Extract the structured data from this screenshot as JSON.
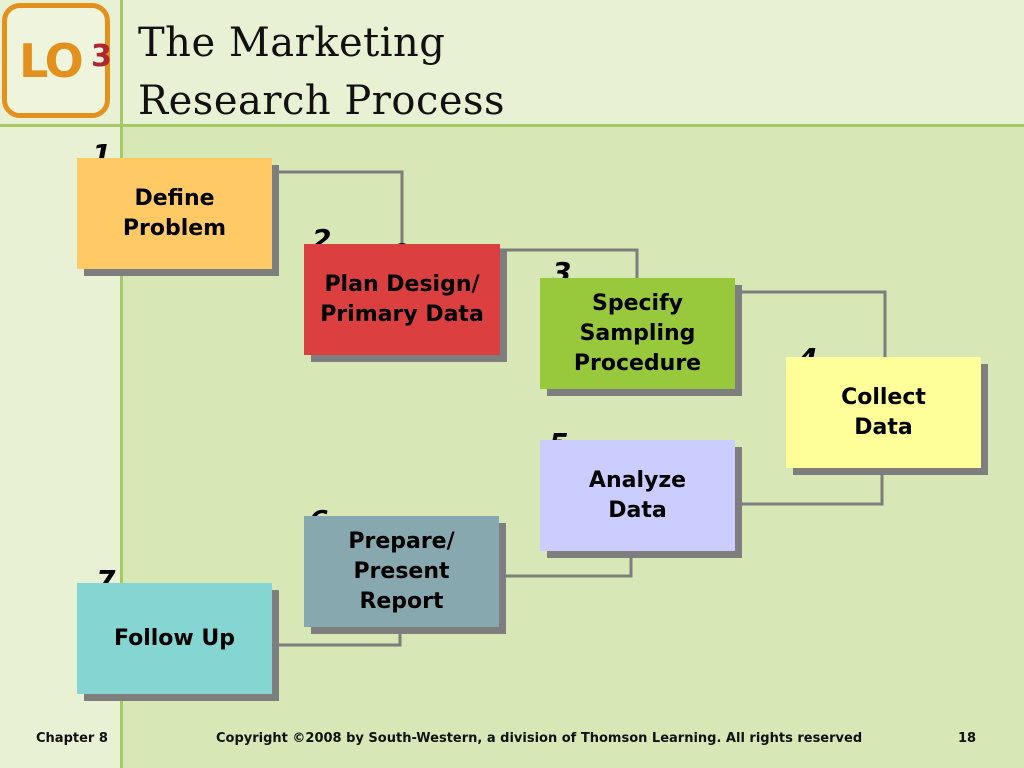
{
  "slide": {
    "badge": {
      "prefix": "LO",
      "number": "3"
    },
    "title_lines": [
      "The Marketing",
      "Research Process"
    ]
  },
  "steps": [
    {
      "number": "1",
      "lines": [
        "Define",
        "Problem"
      ],
      "color": "#ffca66"
    },
    {
      "number": "2",
      "lines": [
        "Plan Design/",
        "Primary Data"
      ],
      "color": "#dc3f3f"
    },
    {
      "number": "3",
      "lines": [
        "Specify",
        "Sampling",
        "Procedure"
      ],
      "color": "#98c93c"
    },
    {
      "number": "4",
      "lines": [
        "Collect",
        "Data"
      ],
      "color": "#ffff99"
    },
    {
      "number": "5",
      "lines": [
        "Analyze",
        "Data"
      ],
      "color": "#cccdff"
    },
    {
      "number": "6",
      "lines": [
        "Prepare/",
        "Present",
        "Report"
      ],
      "color": "#86a8ae"
    },
    {
      "number": "7",
      "lines": [
        "Follow Up"
      ],
      "color": "#85d6d2"
    }
  ],
  "footer": {
    "chapter": "Chapter 8",
    "copyright": "Copyright ©2008 by South-Western, a division of Thomson Learning.  All rights reserved",
    "page": "18"
  }
}
